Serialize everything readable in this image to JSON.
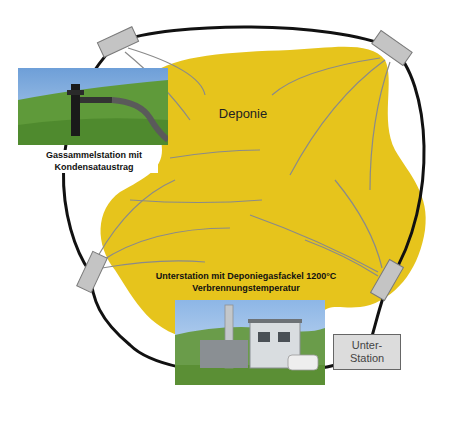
{
  "diagram": {
    "nodes": [
      {
        "text": [
          "Deponie"
        ]
      },
      {
        "text": [
          "Unter-Station"
        ]
      }
    ],
    "labels": [
      "Gassammelstation mit Kondensataustrag",
      "Unterstation mit Deponiegasfackel 1200°C Verbrennungstemperatur"
    ]
  }
}
